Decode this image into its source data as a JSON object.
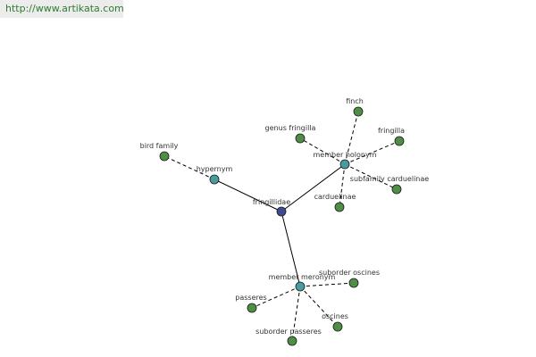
{
  "site_url": "http://www.artikata.com",
  "colors": {
    "center": "#3d4a8f",
    "relation": "#4a9ba0",
    "leaf": "#4f8f45",
    "edge": "#000000",
    "banner_bg": "#ececec",
    "banner_text": "#2f7d2f"
  },
  "graph": {
    "nodes": [
      {
        "id": "fringillidae",
        "label": "fringillidae",
        "kind": "center"
      },
      {
        "id": "hypernym",
        "label": "hypernym",
        "kind": "relation"
      },
      {
        "id": "member-holonym",
        "label": "member holonym",
        "kind": "relation"
      },
      {
        "id": "member-meronym",
        "label": "member meronym",
        "kind": "relation"
      },
      {
        "id": "bird-family",
        "label": "bird family",
        "kind": "leaf"
      },
      {
        "id": "finch",
        "label": "finch",
        "kind": "leaf"
      },
      {
        "id": "genus-fringilla",
        "label": "genus fringilla",
        "kind": "leaf"
      },
      {
        "id": "fringilla",
        "label": "fringilla",
        "kind": "leaf"
      },
      {
        "id": "subfamily-carduelinae",
        "label": "subfamily carduelinae",
        "kind": "leaf"
      },
      {
        "id": "carduelinae",
        "label": "carduelinae",
        "kind": "leaf"
      },
      {
        "id": "suborder-oscines",
        "label": "suborder oscines",
        "kind": "leaf"
      },
      {
        "id": "passeres",
        "label": "passeres",
        "kind": "leaf"
      },
      {
        "id": "oscines",
        "label": "oscines",
        "kind": "leaf"
      },
      {
        "id": "suborder-passeres",
        "label": "suborder passeres",
        "kind": "leaf"
      }
    ],
    "edges": [
      {
        "from": "fringillidae",
        "to": "hypernym",
        "style": "solid"
      },
      {
        "from": "fringillidae",
        "to": "member-holonym",
        "style": "solid"
      },
      {
        "from": "fringillidae",
        "to": "member-meronym",
        "style": "solid"
      },
      {
        "from": "hypernym",
        "to": "bird-family",
        "style": "dashed"
      },
      {
        "from": "member-holonym",
        "to": "finch",
        "style": "dashed"
      },
      {
        "from": "member-holonym",
        "to": "genus-fringilla",
        "style": "dashed"
      },
      {
        "from": "member-holonym",
        "to": "fringilla",
        "style": "dashed"
      },
      {
        "from": "member-holonym",
        "to": "subfamily-carduelinae",
        "style": "dashed"
      },
      {
        "from": "member-holonym",
        "to": "carduelinae",
        "style": "dashed"
      },
      {
        "from": "member-meronym",
        "to": "suborder-oscines",
        "style": "dashed"
      },
      {
        "from": "member-meronym",
        "to": "passeres",
        "style": "dashed"
      },
      {
        "from": "member-meronym",
        "to": "oscines",
        "style": "dashed"
      },
      {
        "from": "member-meronym",
        "to": "suborder-passeres",
        "style": "dashed"
      }
    ]
  }
}
